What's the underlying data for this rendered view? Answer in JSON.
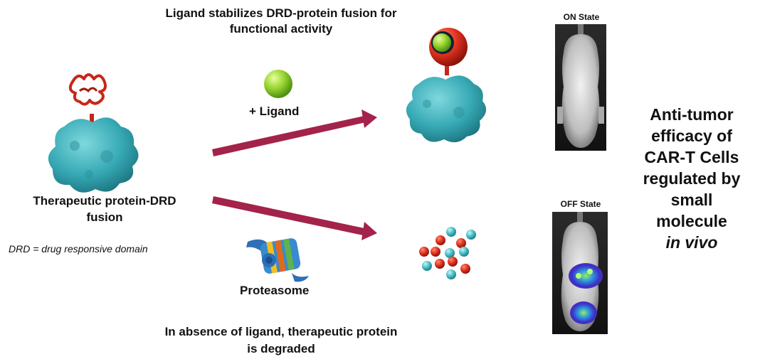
{
  "top_caption": "Ligand stabilizes DRD-protein fusion for functional activity",
  "ligand_label": "+ Ligand",
  "fusion_label": "Therapeutic protein-DRD fusion",
  "drd_definition": "DRD = drug responsive domain",
  "proteasome_label": "Proteasome",
  "bottom_caption": "In absence of ligand, therapeutic protein is degraded",
  "on_state_label": "ON State",
  "off_state_label": "OFF State",
  "right_caption": {
    "line1": "Anti-tumor",
    "line2": "efficacy of",
    "line3": "CAR-T Cells",
    "line4": "regulated by",
    "line5": "small",
    "line6": "molecule",
    "line7": "in vivo"
  },
  "colors": {
    "arrow": "#a3234a",
    "protein": "#3aaeb8",
    "drd_red": "#d42a1e",
    "ligand_green": "#8fce2a"
  }
}
